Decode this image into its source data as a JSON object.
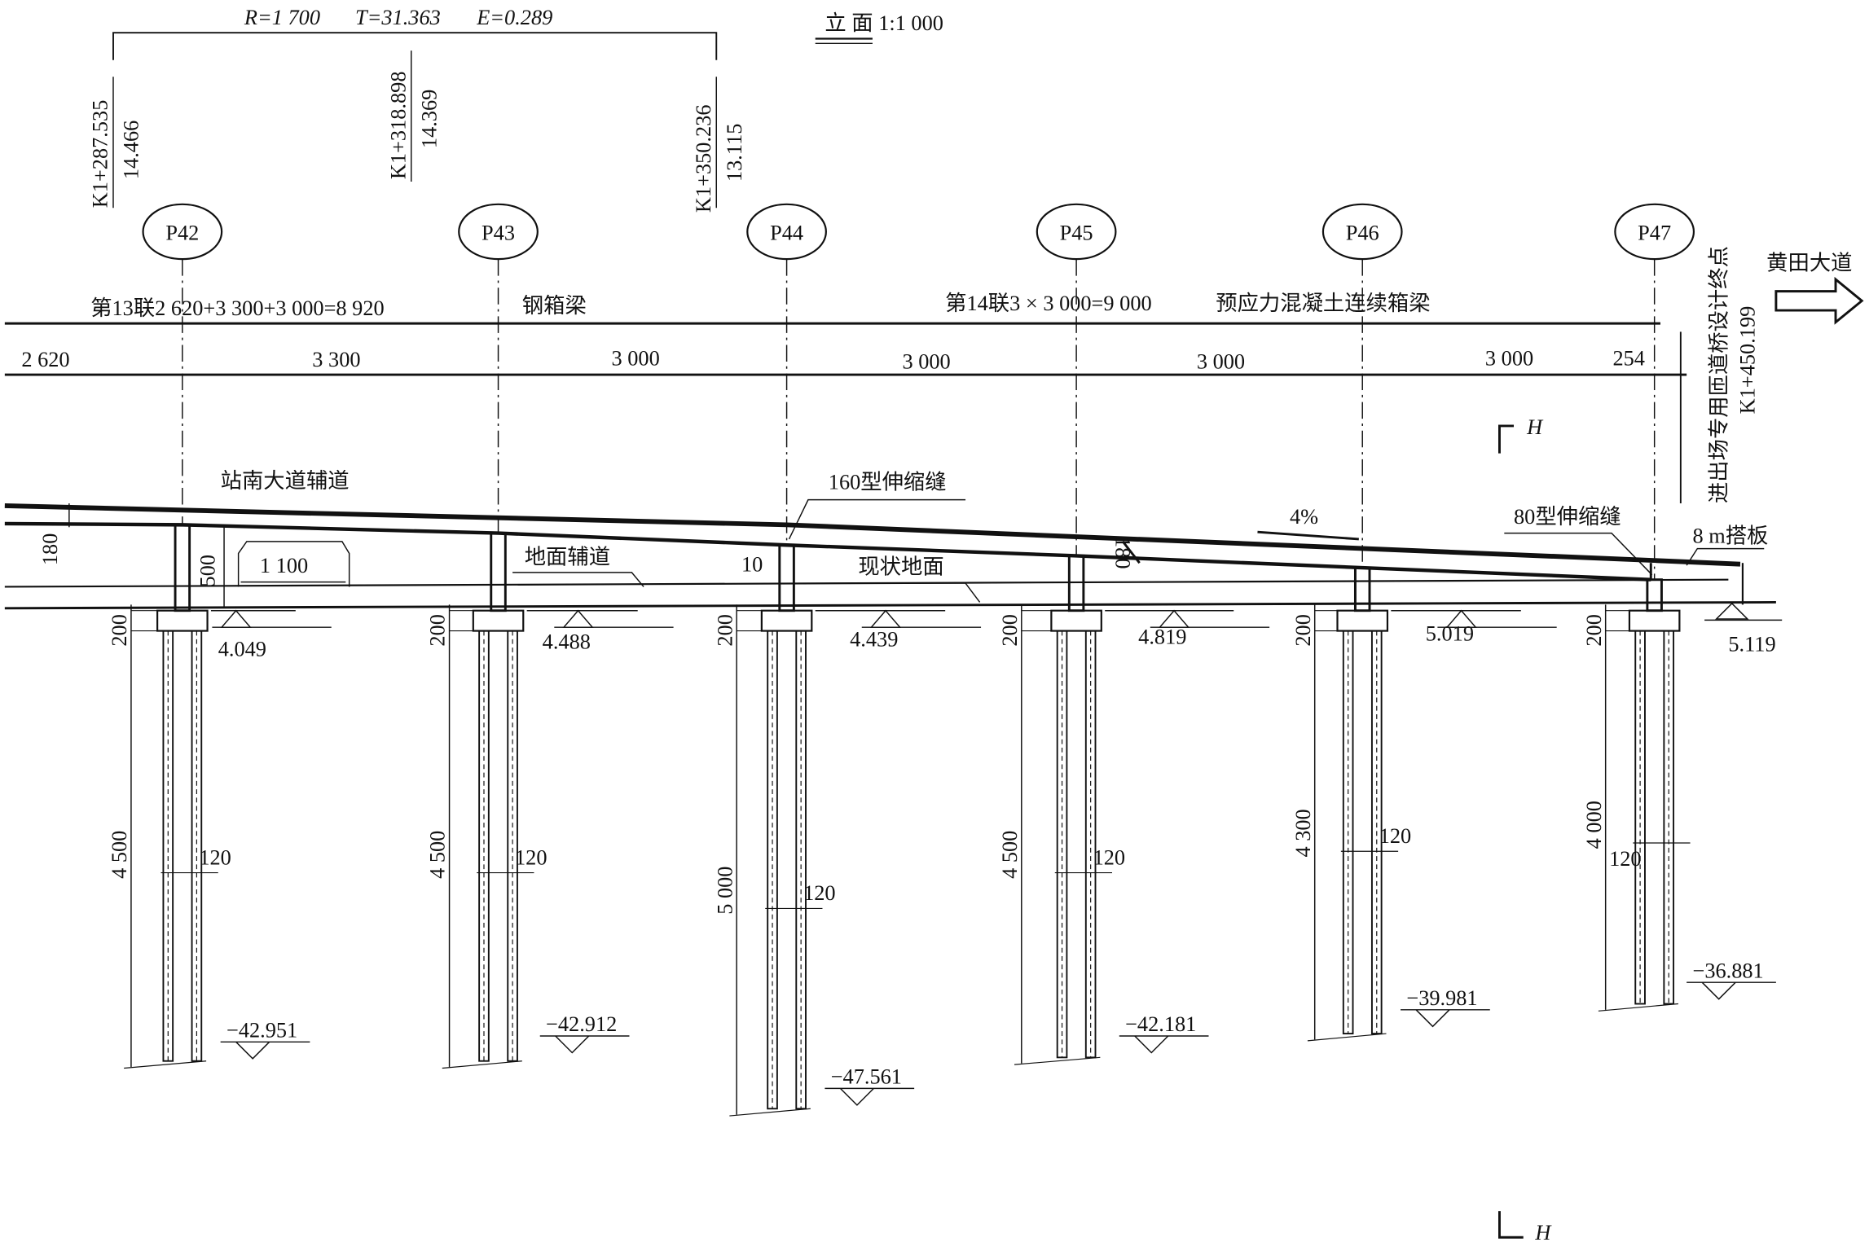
{
  "title": "立 面 1:1 000",
  "curve": {
    "R": "R=1 700",
    "T": "T=31.363",
    "E": "E=0.289"
  },
  "stations": [
    {
      "station": "K1+287.535",
      "elev": "14.466"
    },
    {
      "station": "K1+318.898",
      "elev": "14.369"
    },
    {
      "station": "K1+350.236",
      "elev": "13.115"
    }
  ],
  "span13": {
    "label": "第13联2 620+3 300+3 000=8 920",
    "type": "钢箱梁"
  },
  "span14": {
    "label": "第14联3 × 3 000=9 000",
    "type": "预应力混凝土连续箱梁"
  },
  "spans": [
    "2 620",
    "3 300",
    "3 000",
    "3 000",
    "3 000",
    "3 000",
    "254"
  ],
  "endpoint": {
    "label": "进出场专用匝道桥设计终点",
    "station": "K1+450.199"
  },
  "direction": "黄田大道",
  "section_mark": "H",
  "annotations": {
    "road1": "站南大道辅道",
    "road2": "地面辅道",
    "ground": "现状地面",
    "joint160": "160型伸缩缝",
    "joint80": "80型伸缩缝",
    "slab": "8 m搭板",
    "slope": "4%",
    "deck_depth": "180",
    "deck_depth2": "180",
    "clearance": "500",
    "clear_width": "1 100",
    "gap": "10"
  },
  "piers": [
    {
      "name": "P42",
      "cap": "200",
      "top_elev": "4.049",
      "pile_len": "4 500",
      "pile_dia": "120",
      "tip_elev": "−42.951"
    },
    {
      "name": "P43",
      "cap": "200",
      "top_elev": "4.488",
      "pile_len": "4 500",
      "pile_dia": "120",
      "tip_elev": "−42.912"
    },
    {
      "name": "P44",
      "cap": "200",
      "top_elev": "4.439",
      "pile_len": "5 000",
      "pile_dia": "120",
      "tip_elev": "−47.561"
    },
    {
      "name": "P45",
      "cap": "200",
      "top_elev": "4.819",
      "pile_len": "4 500",
      "pile_dia": "120",
      "tip_elev": "−42.181"
    },
    {
      "name": "P46",
      "cap": "200",
      "top_elev": "5.019",
      "pile_len": "4 300",
      "pile_dia": "120",
      "tip_elev": "−39.981"
    },
    {
      "name": "P47",
      "cap": "200",
      "top_elev": "5.119",
      "pile_len": "4 000",
      "pile_dia": "120",
      "tip_elev": "−36.881"
    }
  ],
  "abutment_elev": "5.119"
}
